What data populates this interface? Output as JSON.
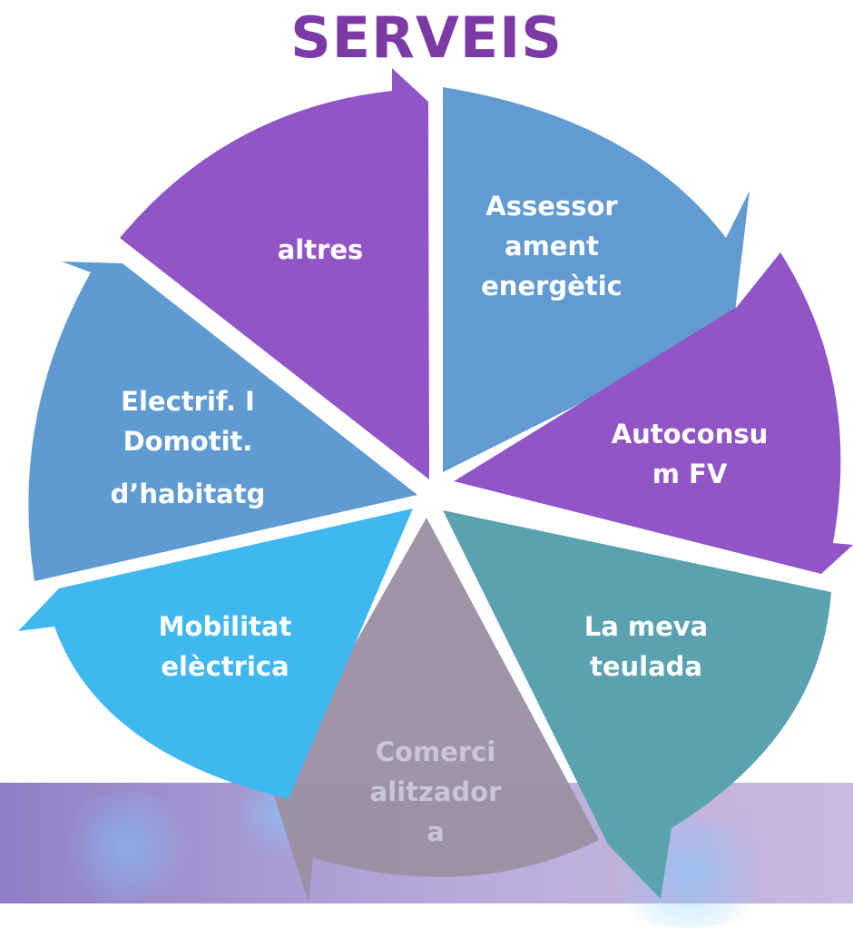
{
  "title": "SERVEIS",
  "segments": [
    {
      "id": "assessorament",
      "lines": [
        "Assessor",
        "ament",
        "energètic"
      ],
      "color": "#619bd1"
    },
    {
      "id": "autoconsum",
      "lines": [
        "Autoconsu",
        "m FV"
      ],
      "color": "#9155c6"
    },
    {
      "id": "teulada",
      "lines": [
        "La meva",
        "teulada"
      ],
      "color": "#5ba2b0"
    },
    {
      "id": "comercialitzadora",
      "lines": [
        "Comerci",
        "alitzador",
        "a"
      ],
      "color": "#9b8fa3"
    },
    {
      "id": "mobilitat",
      "lines": [
        "Mobilitat",
        "elèctrica"
      ],
      "color": "#3fb8ef"
    },
    {
      "id": "electrificacio",
      "lines": [
        "Electrif. I",
        "Domotit.",
        "d’habitatg"
      ],
      "color": "#5f9bd0"
    },
    {
      "id": "altres",
      "lines": [
        "altres"
      ],
      "color": "#9155c6"
    }
  ]
}
